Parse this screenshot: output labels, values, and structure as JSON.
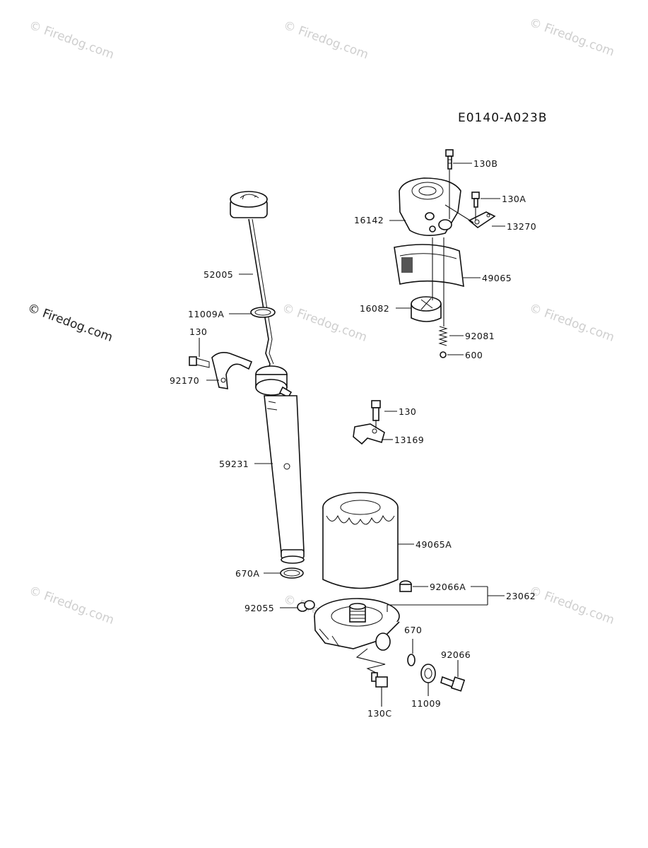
{
  "diagram_code": "E0140-A023B",
  "watermark": "© Firedog.com",
  "part_labels": {
    "p130B": "130B",
    "p130A": "130A",
    "p16142": "16142",
    "p13270": "13270",
    "p49065": "49065",
    "p16082": "16082",
    "p92081": "92081",
    "p600": "600",
    "p52005": "52005",
    "p11009A": "11009A",
    "p130_upper": "130",
    "p92170": "92170",
    "p130_mid": "130",
    "p13169": "13169",
    "p59231": "59231",
    "p49065A": "49065A",
    "p670A": "670A",
    "p92066A": "92066A",
    "p23062": "23062",
    "p92055": "92055",
    "p670": "670",
    "p92066": "92066",
    "p11009": "11009",
    "p130C": "130C"
  }
}
